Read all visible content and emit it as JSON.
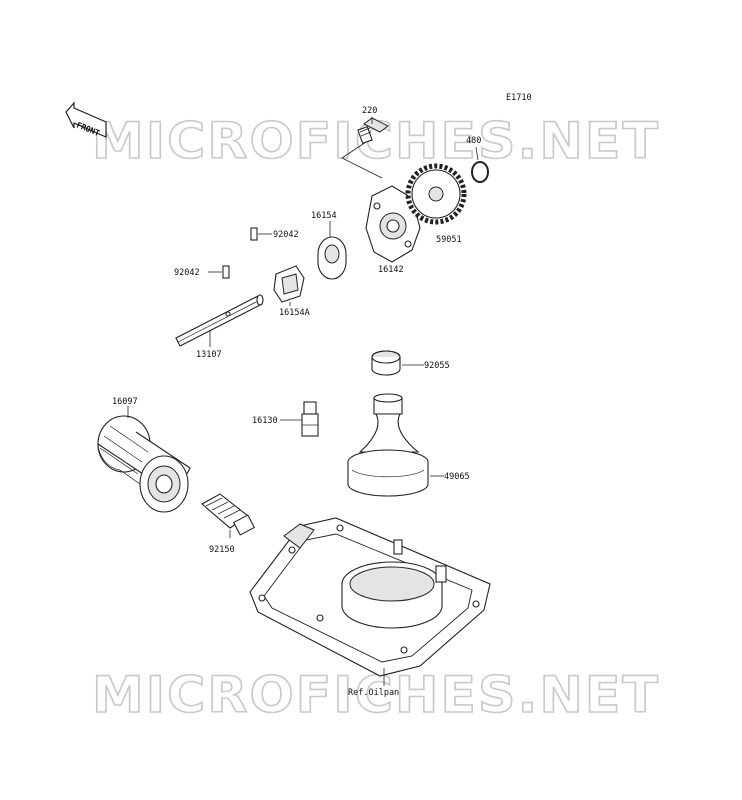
{
  "diagram_code": "E1710",
  "front_label": "FRONT",
  "watermark": "MICROFICHES.NET",
  "ref_note": "Ref.Oilpan",
  "parts": [
    {
      "id": "220",
      "label": "220"
    },
    {
      "id": "480",
      "label": "480"
    },
    {
      "id": "16154",
      "label": "16154"
    },
    {
      "id": "92042-a",
      "label": "92042"
    },
    {
      "id": "16142",
      "label": "16142"
    },
    {
      "id": "59051",
      "label": "59051"
    },
    {
      "id": "92042-b",
      "label": "92042"
    },
    {
      "id": "16154a",
      "label": "16154A"
    },
    {
      "id": "13107",
      "label": "13107"
    },
    {
      "id": "92055",
      "label": "92055"
    },
    {
      "id": "16097",
      "label": "16097"
    },
    {
      "id": "16130",
      "label": "16130"
    },
    {
      "id": "49065",
      "label": "49065"
    },
    {
      "id": "92150",
      "label": "92150"
    }
  ]
}
